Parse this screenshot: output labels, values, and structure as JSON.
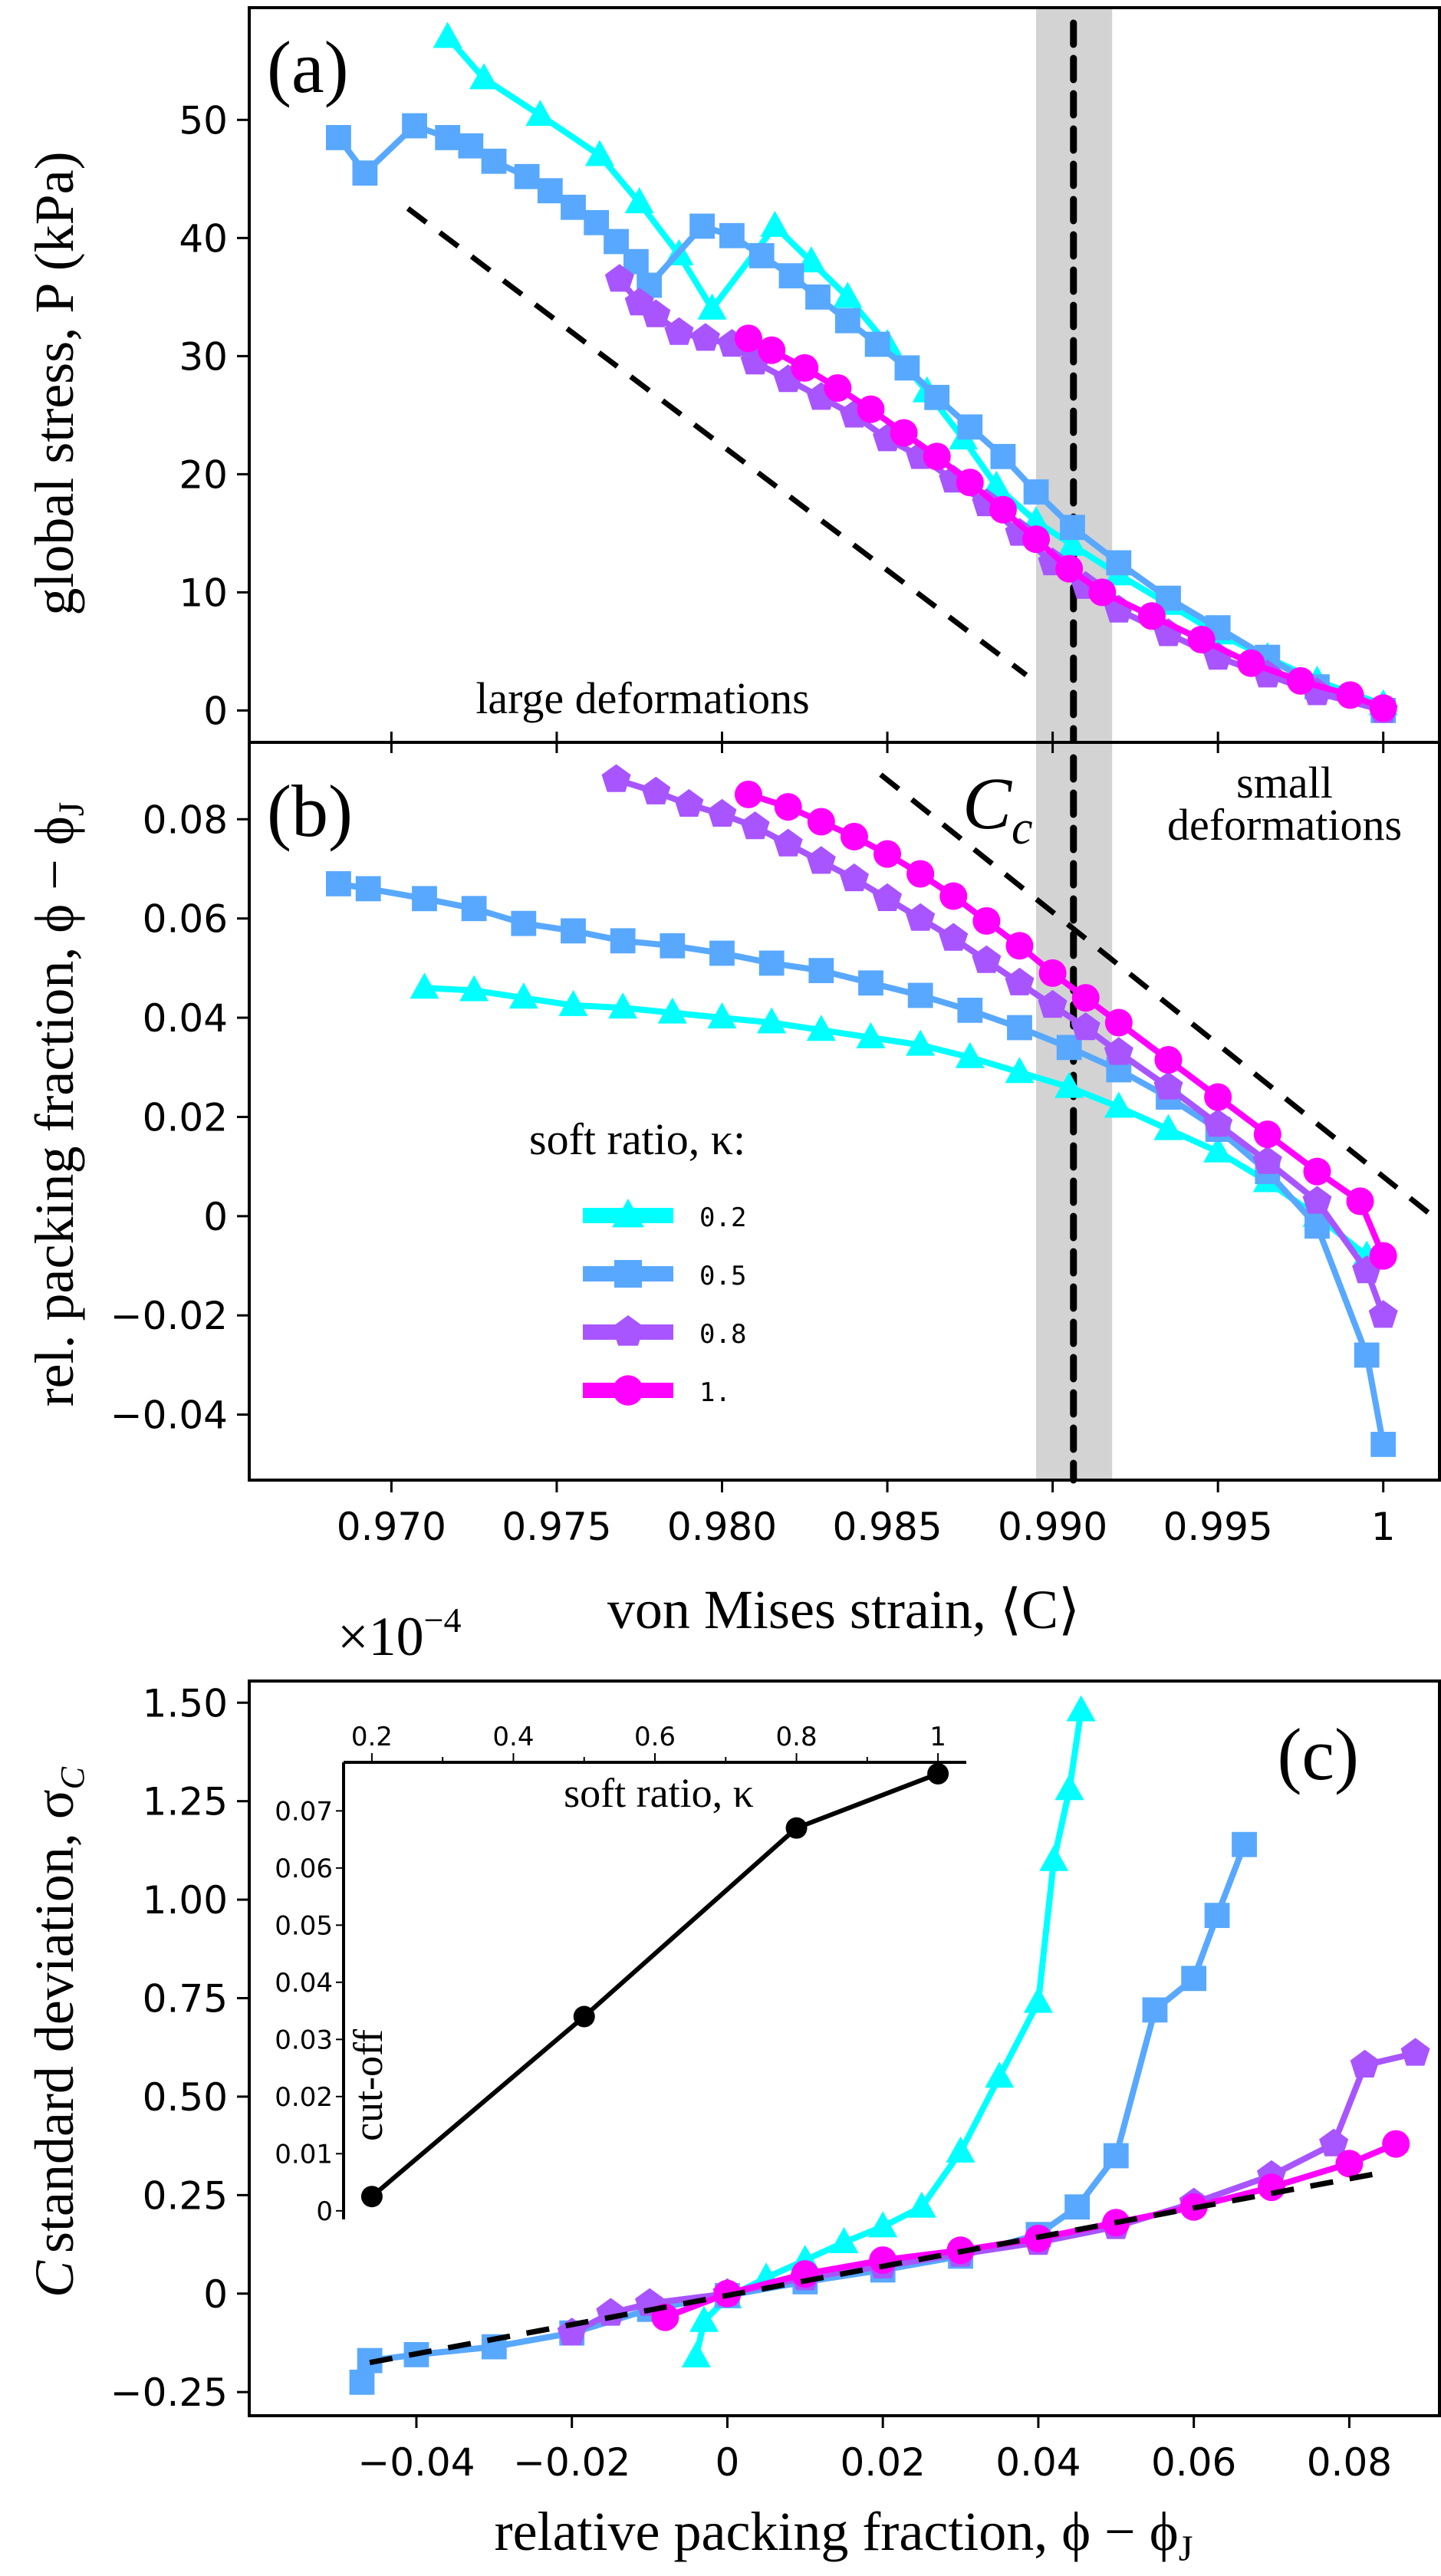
{
  "figure": {
    "colors": {
      "k02": "#00FFFF",
      "k05": "#58A8FF",
      "k08": "#A855FF",
      "k10": "#FF00FF",
      "band": "#D3D3D3",
      "guide": "#000000"
    },
    "legend": {
      "title": "soft ratio, κ:",
      "entries": [
        {
          "label": "0.2",
          "series": "k02",
          "marker": "triangle"
        },
        {
          "label": "0.5",
          "series": "k05",
          "marker": "square"
        },
        {
          "label": "0.8",
          "series": "k08",
          "marker": "pentagon"
        },
        {
          "label": "1.",
          "series": "k10",
          "marker": "circle"
        }
      ]
    }
  },
  "chart_data": [
    {
      "id": "a",
      "type": "line",
      "panel_label": "(a)",
      "title": "",
      "xlabel": "",
      "ylabel": "global stress, P (kPa)",
      "xlim": [
        0.9657,
        1.0017
      ],
      "ylim": [
        -2.7,
        59.5
      ],
      "xticks": [
        0.97,
        0.975,
        0.98,
        0.985,
        0.99,
        0.995,
        1.0
      ],
      "xtick_labels_visible": false,
      "yticks": [
        0,
        10,
        20,
        30,
        40,
        50
      ],
      "ytick_labels": [
        "0",
        "10",
        "20",
        "30",
        "40",
        "50"
      ],
      "annotations": [
        {
          "text": "large deformations",
          "x": 0.9776,
          "y": 0.5
        }
      ],
      "critical_line": {
        "x": 0.99063,
        "band": [
          0.9895,
          0.9918
        ],
        "label": "C_c"
      },
      "guide_line": {
        "x": [
          0.9705,
          0.9892
        ],
        "y": [
          42.5,
          3.0
        ]
      },
      "series": [
        {
          "name": "0.2",
          "key": "k02",
          "marker": "triangle",
          "x": [
            0.9717,
            0.9728,
            0.9745,
            0.9763,
            0.9775,
            0.9787,
            0.9797,
            0.9816,
            0.9827,
            0.9838,
            0.985,
            0.9862,
            0.9873,
            0.9883,
            0.9895,
            0.9906,
            0.992,
            0.9935,
            0.995,
            0.9965,
            0.998,
            1.0
          ],
          "y": [
            57,
            53.5,
            50.4,
            47,
            43,
            38.6,
            34,
            41,
            38,
            35,
            31,
            27,
            23,
            19,
            16,
            14,
            11.5,
            9,
            6.5,
            4.5,
            2.5,
            0.5
          ]
        },
        {
          "name": "0.5",
          "key": "k05",
          "marker": "square",
          "x": [
            0.9684,
            0.9692,
            0.9707,
            0.9717,
            0.9724,
            0.9731,
            0.9741,
            0.9748,
            0.9755,
            0.9762,
            0.9768,
            0.9774,
            0.9778,
            0.9794,
            0.9803,
            0.9812,
            0.9821,
            0.9829,
            0.9838,
            0.9847,
            0.9856,
            0.9865,
            0.9875,
            0.9885,
            0.9895,
            0.9906,
            0.992,
            0.9935,
            0.995,
            0.9965,
            0.998,
            1.0
          ],
          "y": [
            48.5,
            45.5,
            49.5,
            48.5,
            47.8,
            46.5,
            45.2,
            44,
            42.6,
            41.3,
            39.7,
            38,
            36,
            41,
            40.2,
            38.5,
            36.8,
            35,
            33,
            31,
            29,
            26.5,
            24,
            21.5,
            18.5,
            15.5,
            12.5,
            9.5,
            7,
            4.5,
            2,
            0
          ]
        },
        {
          "name": "0.8",
          "key": "k08",
          "marker": "pentagon",
          "x": [
            0.9769,
            0.9775,
            0.978,
            0.9787,
            0.9795,
            0.9803,
            0.981,
            0.982,
            0.983,
            0.984,
            0.985,
            0.986,
            0.987,
            0.988,
            0.989,
            0.99,
            0.991,
            0.992,
            0.9935,
            0.995,
            0.9965,
            0.998,
            1.0
          ],
          "y": [
            36.5,
            34.5,
            33.5,
            32,
            31.5,
            31,
            29.5,
            28,
            26.5,
            25,
            23,
            21.5,
            19.5,
            17.5,
            15,
            12.5,
            10.5,
            8.5,
            6.5,
            4.5,
            3,
            1.5,
            0
          ]
        },
        {
          "name": "1.",
          "key": "k10",
          "marker": "circle",
          "x": [
            0.9808,
            0.9815,
            0.9825,
            0.9835,
            0.9845,
            0.9855,
            0.9865,
            0.9875,
            0.9885,
            0.9895,
            0.9905,
            0.9915,
            0.993,
            0.9945,
            0.996,
            0.9975,
            0.999,
            1.0
          ],
          "y": [
            31.5,
            30.5,
            29,
            27.3,
            25.5,
            23.5,
            21.5,
            19.3,
            17,
            14.5,
            12,
            10,
            8,
            6,
            4,
            2.5,
            1.3,
            0.2
          ]
        }
      ]
    },
    {
      "id": "b",
      "type": "line",
      "panel_label": "(b)",
      "title": "",
      "xlabel": "von Mises strain, ⟨C⟩",
      "ylabel": "rel. packing fraction, ϕ − ϕJ",
      "xlim": [
        0.9657,
        1.0017
      ],
      "ylim": [
        -0.0532,
        0.0955
      ],
      "xticks": [
        0.97,
        0.975,
        0.98,
        0.985,
        0.99,
        0.995,
        1.0
      ],
      "xtick_labels": [
        "0.970",
        "0.975",
        "0.980",
        "0.985",
        "0.990",
        "0.995",
        "1"
      ],
      "yticks": [
        -0.04,
        -0.02,
        0,
        0.02,
        0.04,
        0.06,
        0.08
      ],
      "ytick_labels": [
        "−0.04",
        "−0.02",
        "0",
        "0.02",
        "0.04",
        "0.06",
        "0.08"
      ],
      "annotations": [
        {
          "text": "C",
          "sub": "c",
          "x": 0.9887,
          "y": 0.0815
        },
        {
          "text": "small",
          "x": 0.997,
          "y": 0.0875
        },
        {
          "text": "deformations",
          "x": 0.997,
          "y": 0.0795
        }
      ],
      "critical_line": {
        "x": 0.99063,
        "band": [
          0.9895,
          0.9918
        ]
      },
      "guide_line": {
        "x": [
          0.9848,
          1.0014
        ],
        "y": [
          0.089,
          0.0005
        ]
      },
      "legend": "center-left",
      "series": [
        {
          "name": "0.2",
          "key": "k02",
          "marker": "triangle",
          "x": [
            0.971,
            0.9725,
            0.974,
            0.9755,
            0.977,
            0.9785,
            0.98,
            0.9815,
            0.983,
            0.9845,
            0.986,
            0.9875,
            0.989,
            0.9905,
            0.992,
            0.9935,
            0.995,
            0.9965,
            0.998,
            0.9995
          ],
          "y": [
            0.046,
            0.0455,
            0.044,
            0.0425,
            0.042,
            0.041,
            0.04,
            0.039,
            0.0375,
            0.036,
            0.0345,
            0.032,
            0.029,
            0.026,
            0.022,
            0.0175,
            0.013,
            0.007,
            0.0,
            -0.008
          ]
        },
        {
          "name": "0.5",
          "key": "k05",
          "marker": "square",
          "x": [
            0.9684,
            0.9693,
            0.971,
            0.9725,
            0.974,
            0.9755,
            0.977,
            0.9785,
            0.98,
            0.9815,
            0.983,
            0.9845,
            0.986,
            0.9875,
            0.989,
            0.9905,
            0.992,
            0.9935,
            0.995,
            0.9965,
            0.998,
            0.9995,
            1.0
          ],
          "y": [
            0.067,
            0.066,
            0.064,
            0.062,
            0.059,
            0.0575,
            0.0555,
            0.0545,
            0.053,
            0.051,
            0.0495,
            0.047,
            0.0445,
            0.0415,
            0.038,
            0.034,
            0.0295,
            0.024,
            0.0175,
            0.009,
            -0.002,
            -0.028,
            -0.046
          ]
        },
        {
          "name": "0.8",
          "key": "k08",
          "marker": "pentagon",
          "x": [
            0.9768,
            0.978,
            0.979,
            0.98,
            0.981,
            0.982,
            0.983,
            0.984,
            0.985,
            0.986,
            0.987,
            0.988,
            0.989,
            0.99,
            0.991,
            0.992,
            0.9935,
            0.995,
            0.9965,
            0.998,
            0.9995,
            1.0
          ],
          "y": [
            0.088,
            0.0855,
            0.083,
            0.081,
            0.0785,
            0.075,
            0.0715,
            0.068,
            0.064,
            0.06,
            0.056,
            0.0515,
            0.047,
            0.0425,
            0.038,
            0.033,
            0.026,
            0.0185,
            0.011,
            0.003,
            -0.011,
            -0.02
          ]
        },
        {
          "name": "1.",
          "key": "k10",
          "marker": "circle",
          "x": [
            0.9808,
            0.982,
            0.983,
            0.984,
            0.985,
            0.986,
            0.987,
            0.988,
            0.989,
            0.99,
            0.991,
            0.992,
            0.9935,
            0.995,
            0.9965,
            0.998,
            0.9993,
            1.0
          ],
          "y": [
            0.085,
            0.0825,
            0.0795,
            0.0765,
            0.073,
            0.069,
            0.0645,
            0.0595,
            0.0545,
            0.049,
            0.044,
            0.039,
            0.0315,
            0.024,
            0.0165,
            0.009,
            0.003,
            -0.008
          ]
        }
      ]
    },
    {
      "id": "c",
      "type": "line",
      "panel_label": "(c)",
      "title": "",
      "xlabel": "relative packing fraction, ϕ − ϕJ",
      "ylabel": "C standard deviation, σC",
      "y_multiplier": "×10⁻⁴",
      "xlim": [
        -0.0615,
        0.0916
      ],
      "ylim": [
        -0.31,
        1.555
      ],
      "xticks": [
        -0.04,
        -0.02,
        0,
        0.02,
        0.04,
        0.06,
        0.08
      ],
      "xtick_labels": [
        "−0.04",
        "−0.02",
        "0",
        "0.02",
        "0.04",
        "0.06",
        "0.08"
      ],
      "yticks": [
        -0.25,
        0,
        0.25,
        0.5,
        0.75,
        1.0,
        1.25,
        1.5
      ],
      "ytick_labels": [
        "−0.25",
        "0",
        "0.25",
        "0.50",
        "0.75",
        "1.00",
        "1.25",
        "1.50"
      ],
      "guide_line": {
        "x": [
          -0.046,
          0.085
        ],
        "y": [
          -0.175,
          0.31
        ]
      },
      "series": [
        {
          "name": "0.2",
          "key": "k02",
          "marker": "triangle",
          "x": [
            -0.004,
            -0.003,
            0.0,
            0.005,
            0.01,
            0.015,
            0.02,
            0.025,
            0.03,
            0.035,
            0.04,
            0.042,
            0.044,
            0.0455
          ],
          "y": [
            -0.16,
            -0.07,
            -0.01,
            0.04,
            0.085,
            0.13,
            0.17,
            0.22,
            0.36,
            0.55,
            0.74,
            1.1,
            1.28,
            1.48
          ]
        },
        {
          "name": "0.5",
          "key": "k05",
          "marker": "square",
          "x": [
            -0.047,
            -0.046,
            -0.04,
            -0.03,
            -0.02,
            -0.01,
            0.0,
            0.01,
            0.02,
            0.03,
            0.04,
            0.045,
            0.05,
            0.055,
            0.06,
            0.063,
            0.0665
          ],
          "y": [
            -0.225,
            -0.17,
            -0.155,
            -0.135,
            -0.1,
            -0.04,
            -0.005,
            0.03,
            0.06,
            0.095,
            0.15,
            0.22,
            0.35,
            0.72,
            0.8,
            0.96,
            1.14
          ]
        },
        {
          "name": "0.8",
          "key": "k08",
          "marker": "pentagon",
          "x": [
            -0.02,
            -0.015,
            -0.01,
            0.0,
            0.01,
            0.02,
            0.03,
            0.04,
            0.05,
            0.06,
            0.07,
            0.078,
            0.082,
            0.0885
          ],
          "y": [
            -0.1,
            -0.05,
            -0.025,
            0.0,
            0.04,
            0.07,
            0.1,
            0.13,
            0.17,
            0.23,
            0.3,
            0.38,
            0.58,
            0.61
          ]
        },
        {
          "name": "1.",
          "key": "k10",
          "marker": "circle",
          "x": [
            -0.008,
            0.0,
            0.01,
            0.02,
            0.03,
            0.04,
            0.05,
            0.06,
            0.07,
            0.08,
            0.086
          ],
          "y": [
            -0.06,
            0.0,
            0.05,
            0.085,
            0.11,
            0.14,
            0.18,
            0.22,
            0.27,
            0.33,
            0.38
          ]
        }
      ],
      "inset": {
        "type": "line",
        "xlabel": "soft ratio, κ",
        "ylabel": "cut-off",
        "xlim": [
          0.16,
          1.04
        ],
        "ylim": [
          -0.0015,
          0.0785
        ],
        "xticks": [
          0.2,
          0.4,
          0.6,
          0.8,
          1.0
        ],
        "xtick_labels": [
          "0.2",
          "0.4",
          "0.6",
          "0.8",
          "1"
        ],
        "yticks": [
          0,
          0.01,
          0.02,
          0.03,
          0.04,
          0.05,
          0.06,
          0.07
        ],
        "ytick_labels": [
          "0",
          "0.01",
          "0.02",
          "0.03",
          "0.04",
          "0.05",
          "0.06",
          "0.07"
        ],
        "x": [
          0.2,
          0.5,
          0.8,
          1.0
        ],
        "y": [
          0.0025,
          0.034,
          0.067,
          0.0765
        ]
      }
    }
  ],
  "shared_axis_labels": {
    "ylabel_a": "global stress, P (kPa)",
    "ylabel_b": "rel. packing fraction, ϕ − ϕ",
    "ylabel_b_sub": "J",
    "ylabel_c": "standard deviation, σ",
    "ylabel_c_prefix": "C",
    "ylabel_c_sub": "C",
    "xlabel_b": "von Mises strain, ⟨C⟩",
    "xlabel_c": "relative packing fraction, ϕ − ϕ",
    "xlabel_c_sub": "J",
    "multiplier": "×10",
    "multiplier_exp": "−4"
  }
}
